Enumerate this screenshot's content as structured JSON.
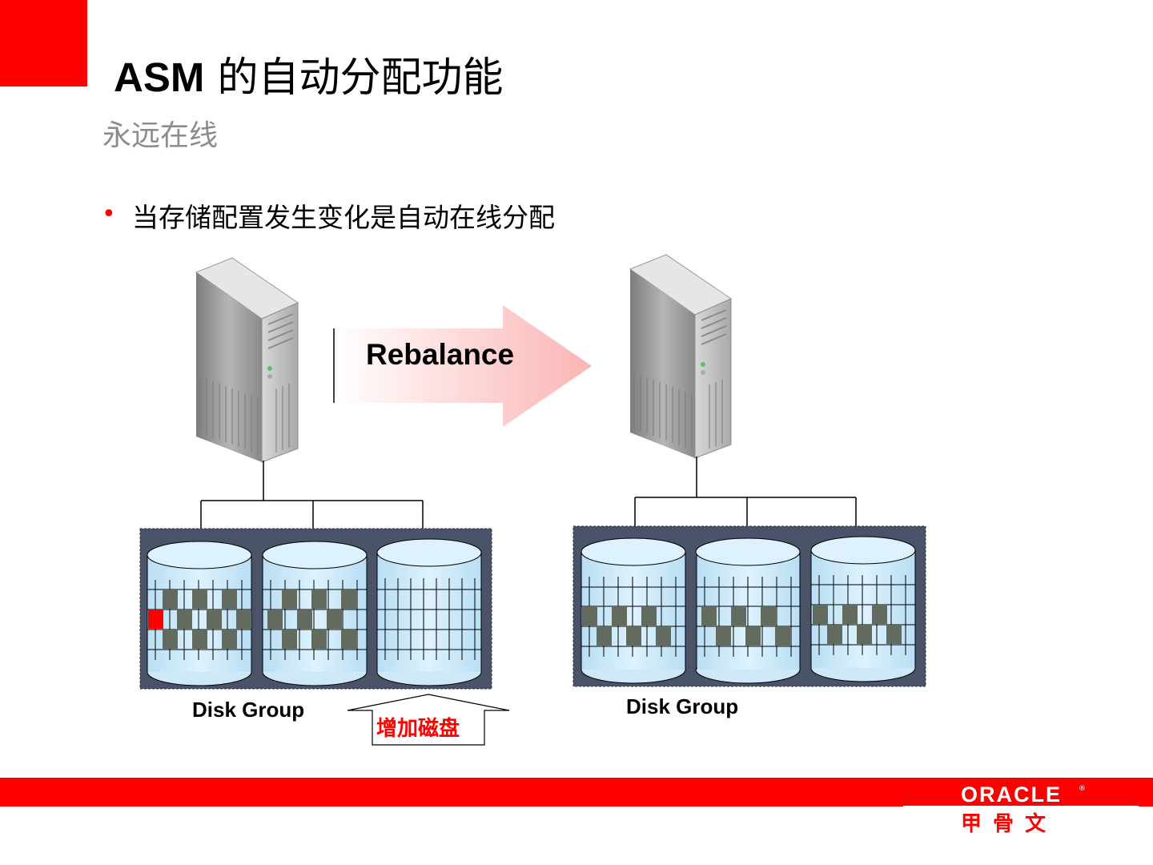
{
  "slide": {
    "title_latin": "ASM",
    "title_cn": " 的自动分配功能",
    "subtitle": "永远在线",
    "bullet": "当存储配置发生变化是自动在线分配"
  },
  "diagram": {
    "arrow_label": "Rebalance",
    "left_group_label": "Disk Group",
    "right_group_label": "Disk Group",
    "add_disk_label": "增加磁盘"
  },
  "footer": {
    "logo_text": "ORACLE",
    "logo_reg": "®",
    "brand_cn": "甲骨文"
  },
  "colors": {
    "accent_red": "#fe0000",
    "extent_gray": "#636b5f",
    "disk_fill": "#cde9f8",
    "group_panel": "#4a5368"
  }
}
